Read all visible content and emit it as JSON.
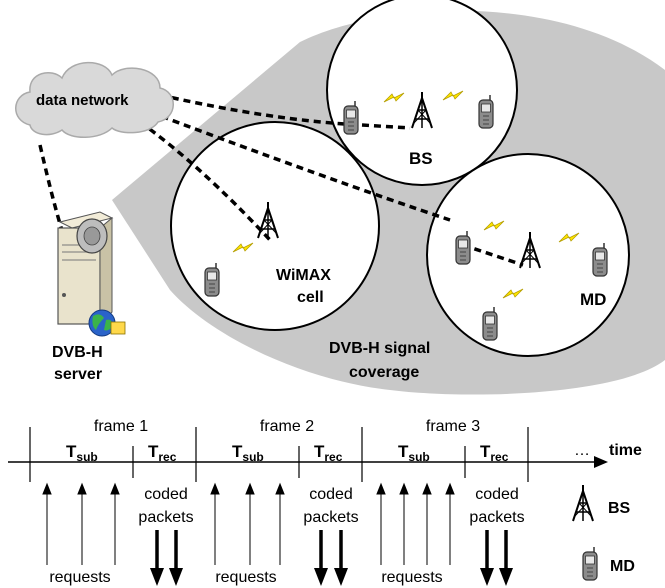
{
  "network": {
    "cloud_label": "data network",
    "server_label_line1": "DVB-H",
    "server_label_line2": "server",
    "bs_label": "BS",
    "wimax_label_line1": "WiMAX",
    "wimax_label_line2": "cell",
    "md_label": "MD",
    "coverage_label_line1": "DVB-H signal",
    "coverage_label_line2": "coverage"
  },
  "timeline": {
    "axis_label": "time",
    "ellipsis": "…",
    "frames": [
      {
        "label": "frame 1",
        "t_sub": "T",
        "t_sub_sub": "sub",
        "t_rec": "T",
        "t_rec_sub": "rec",
        "requests": "requests",
        "coded_line1": "coded",
        "coded_line2": "packets"
      },
      {
        "label": "frame 2",
        "t_sub": "T",
        "t_sub_sub": "sub",
        "t_rec": "T",
        "t_rec_sub": "rec",
        "requests": "requests",
        "coded_line1": "coded",
        "coded_line2": "packets"
      },
      {
        "label": "frame 3",
        "t_sub": "T",
        "t_sub_sub": "sub",
        "t_rec": "T",
        "t_rec_sub": "rec",
        "requests": "requests",
        "coded_line1": "coded",
        "coded_line2": "packets"
      }
    ]
  },
  "legend": {
    "bs": "BS",
    "md": "MD"
  },
  "colors": {
    "coverage_fill": "#c8c8c8",
    "cloud_fill": "#d9d9d9",
    "phone_fill": "#8c8c8c"
  }
}
